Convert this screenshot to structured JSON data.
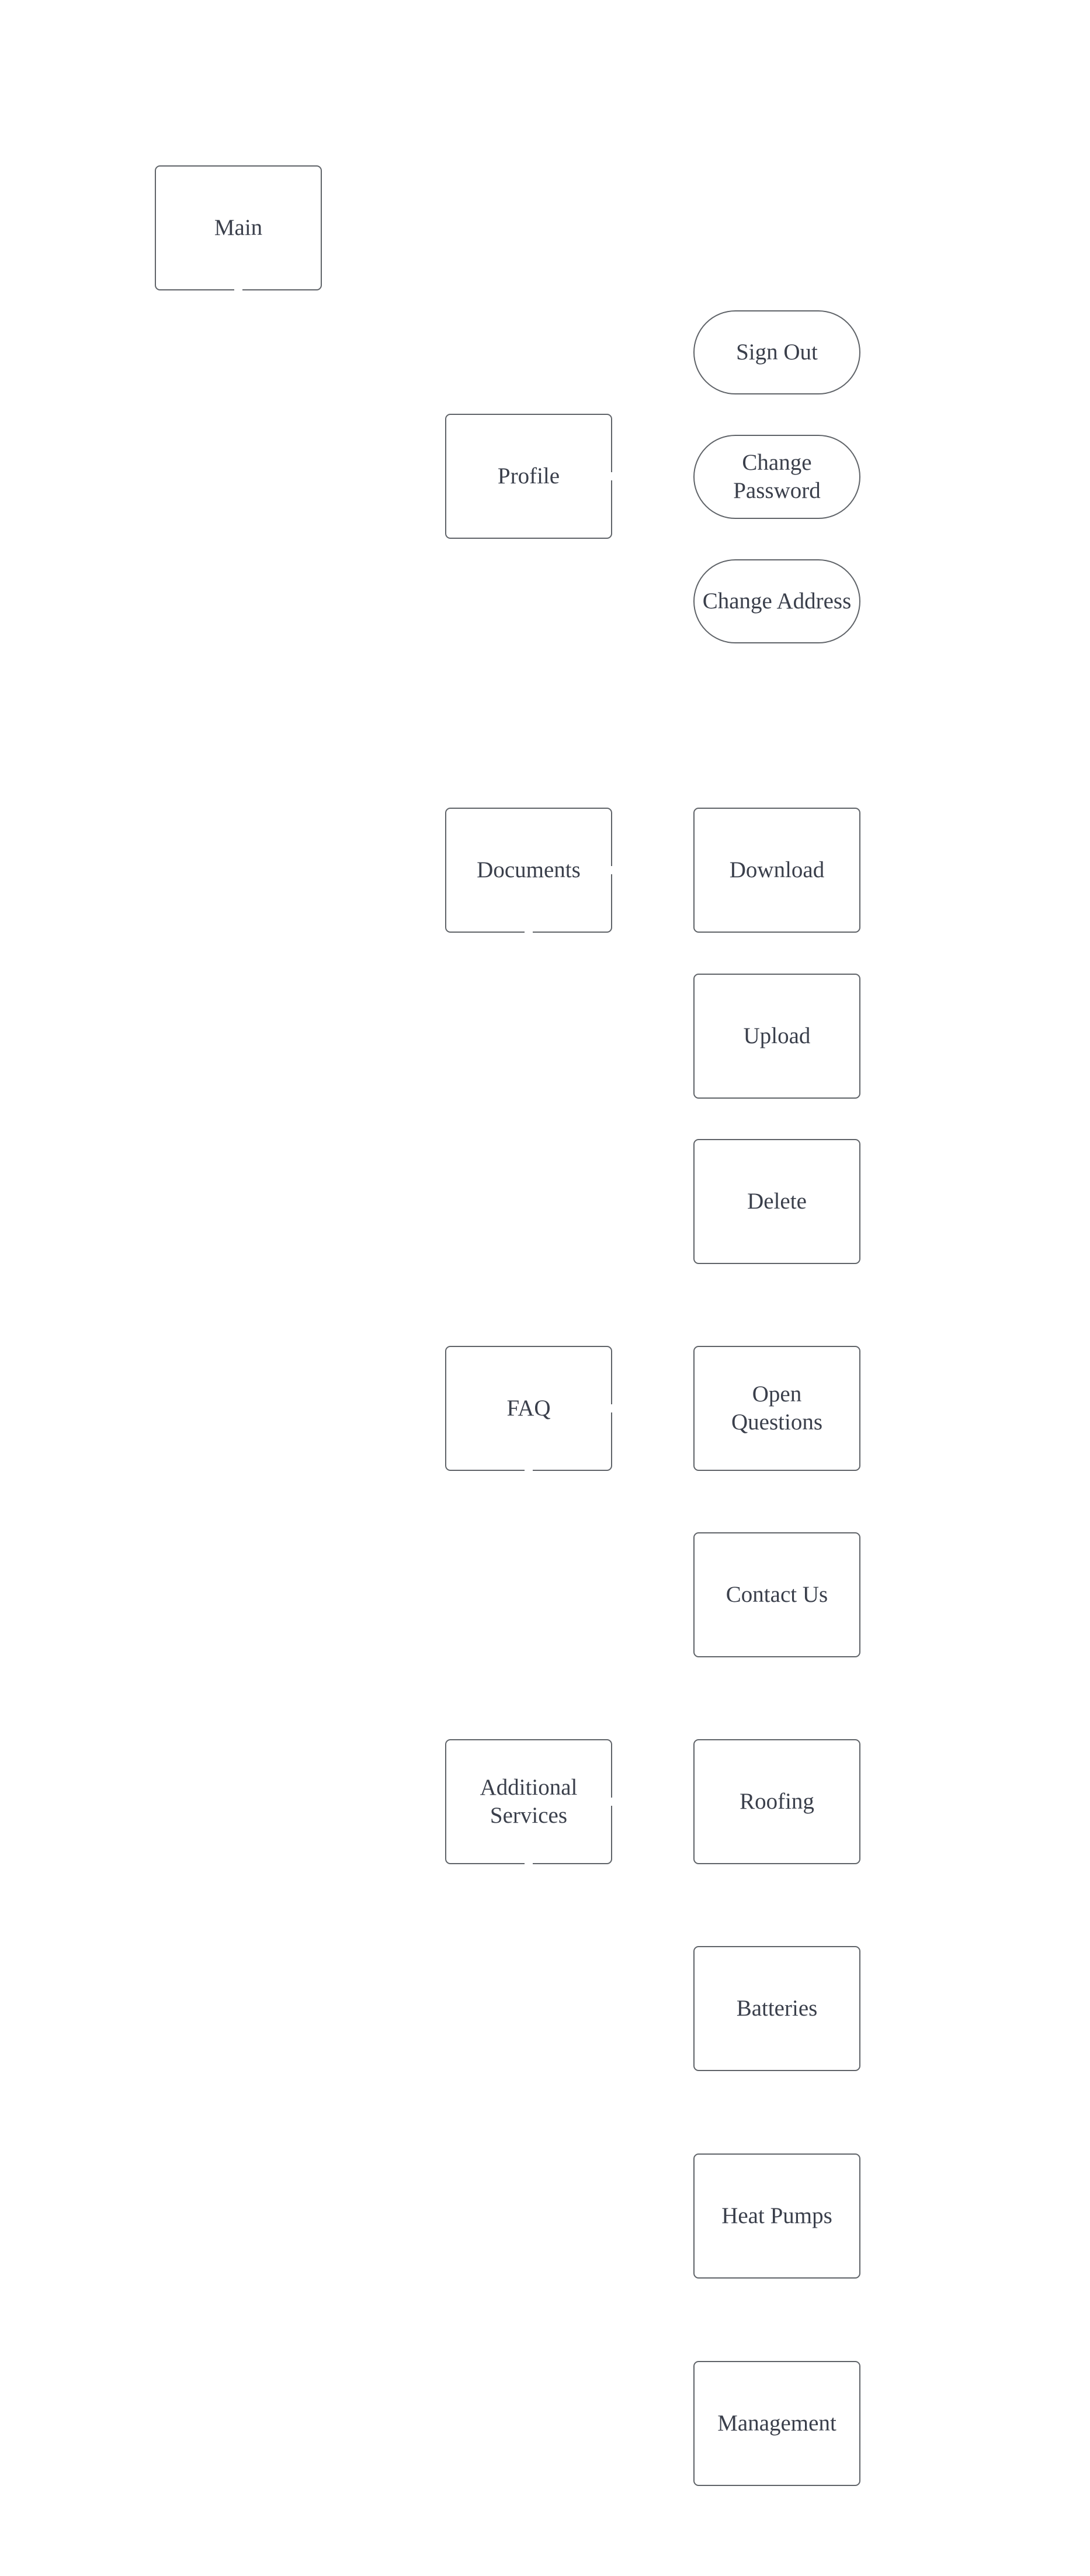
{
  "diagram": {
    "root": {
      "label": "Main"
    },
    "sections": [
      {
        "label": "Profile",
        "children": [
          {
            "label": "Sign Out",
            "shape": "pill"
          },
          {
            "label": "Change\nPassword",
            "shape": "pill"
          },
          {
            "label": "Change Address",
            "shape": "pill"
          }
        ]
      },
      {
        "label": "Documents",
        "children": [
          {
            "label": "Download",
            "shape": "rect"
          },
          {
            "label": "Upload",
            "shape": "rect"
          },
          {
            "label": "Delete",
            "shape": "rect"
          }
        ]
      },
      {
        "label": "FAQ",
        "children": [
          {
            "label": "Open\nQuestions",
            "shape": "rect"
          },
          {
            "label": "Contact Us",
            "shape": "rect"
          }
        ]
      },
      {
        "label": "Additional\nServices",
        "children": [
          {
            "label": "Roofing",
            "shape": "rect"
          },
          {
            "label": "Batteries",
            "shape": "rect"
          },
          {
            "label": "Heat Pumps",
            "shape": "rect"
          },
          {
            "label": "Management",
            "shape": "rect"
          }
        ]
      }
    ]
  },
  "colors": {
    "node_border": "#5f6368",
    "node_text": "#3a3f4b",
    "background": "#ffffff"
  }
}
